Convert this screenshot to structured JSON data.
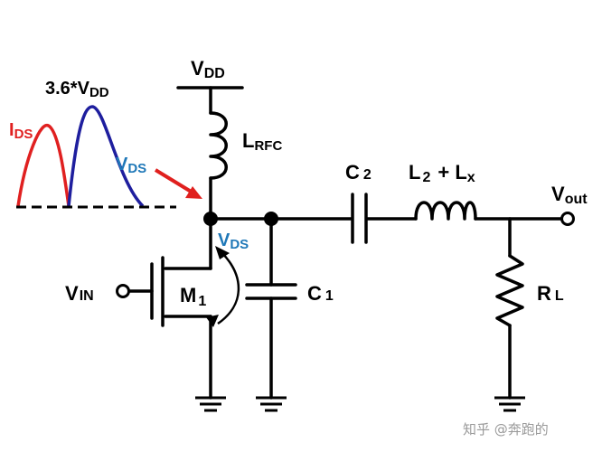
{
  "labels": {
    "vdd": "VDD",
    "peak": "3.6*VDD",
    "lrfc": "LRFC",
    "ids": "IDS",
    "vds_wave": "VDS",
    "vds_node": "VDS",
    "c2": "C 2",
    "l2lx": "L 2 + L x",
    "vout": "Vout",
    "vin": "VIN",
    "m1": "M 1",
    "c1": "C 1",
    "rl": "R L",
    "watermark": "知乎 @奔跑的"
  },
  "colors": {
    "ids_wave": "#e02020",
    "vds_wave": "#1e1e9e",
    "vds_text": "#1f78b8",
    "arrow": "#e0201e",
    "wire": "#000000"
  }
}
